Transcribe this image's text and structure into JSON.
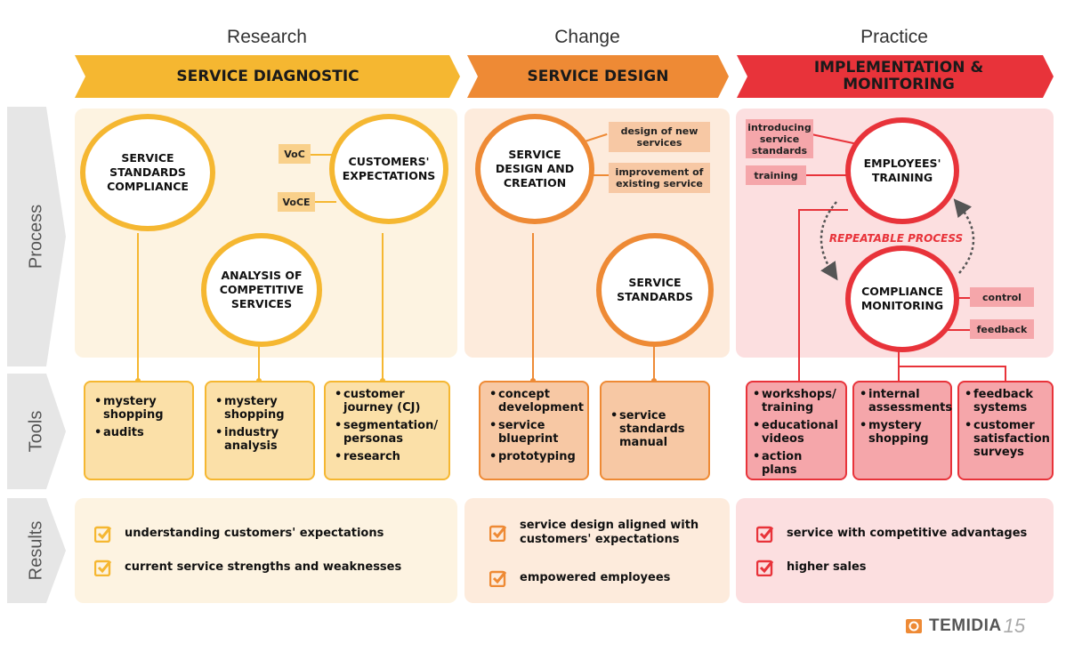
{
  "columns": {
    "research": "Research",
    "change": "Change",
    "practice": "Practice"
  },
  "banners": {
    "diagnostic": "SERVICE DIAGNOSTIC",
    "design": "SERVICE DESIGN",
    "implementation": "IMPLEMENTATION & MONITORING"
  },
  "rows": {
    "process": "Process",
    "tools": "Tools",
    "results": "Results"
  },
  "process": {
    "standards_compliance": "SERVICE STANDARDS COMPLIANCE",
    "customers_expectations": "CUSTOMERS' EXPECTATIONS",
    "competitive_services": "ANALYSIS OF COMPETITIVE SERVICES",
    "voc": "VoC",
    "voce": "VoCE",
    "design_creation": "SERVICE DESIGN AND CREATION",
    "design_new": "design of new services",
    "improvement": "improvement of existing service",
    "service_standards": "SERVICE STANDARDS",
    "employees_training": "EMPLOYEES' TRAINING",
    "compliance_monitoring": "COMPLIANCE MONITORING",
    "introducing": "introducing service standards",
    "training": "training",
    "control": "control",
    "feedback": "feedback",
    "repeatable": "REPEATABLE PROCESS"
  },
  "tools": {
    "t1": [
      "mystery shopping",
      "audits"
    ],
    "t2": [
      "mystery shopping",
      "industry analysis"
    ],
    "t3": [
      "customer journey (CJ)",
      "segmentation/ personas",
      "research"
    ],
    "t4": [
      "concept development",
      "service blueprint",
      "prototyping"
    ],
    "t5": [
      "service standards manual"
    ],
    "t6": [
      "workshops/ training",
      "educational videos",
      "action plans"
    ],
    "t7": [
      "internal assessments",
      "mystery shopping"
    ],
    "t8": [
      "feedback systems",
      "customer satisfaction surveys"
    ]
  },
  "results": {
    "r1": "understanding customers' expectations",
    "r2": "current service strengths and weaknesses",
    "r3": "service design aligned with customers' expectations",
    "r4": "empowered employees",
    "r5": "service with competitive advantages",
    "r6": "higher sales"
  },
  "logo": {
    "name": "TEMIDIA",
    "years": "15"
  },
  "colors": {
    "yellow": "#f5b731",
    "orange": "#ee8a35",
    "red": "#e8333a",
    "yellow_panel": "#fdf3e1",
    "orange_panel": "#fdebdc",
    "red_panel": "#fcdfe0"
  }
}
